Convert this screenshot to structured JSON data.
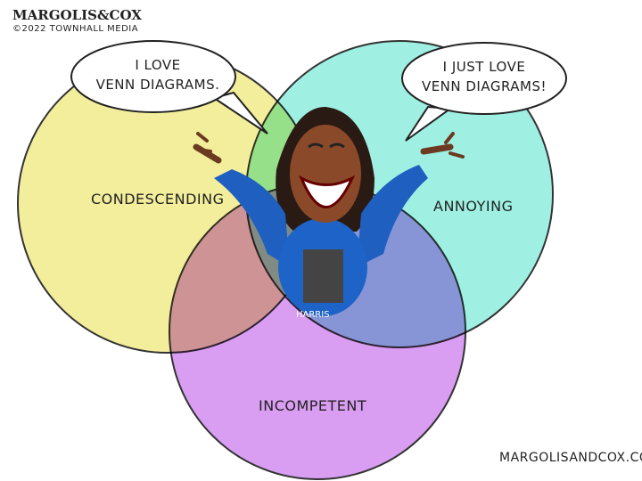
{
  "header": {
    "brand": "MARGOLIS&COX",
    "copyright": "©2022 TOWNHALL MEDIA"
  },
  "bubbles": {
    "left": {
      "line1": "I LOVE",
      "line2": "VENN DIAGRAMS."
    },
    "right": {
      "line1": "I JUST LOVE",
      "line2": "VENN DIAGRAMS!"
    }
  },
  "venn": {
    "sets": [
      "CONDESCENDING",
      "ANNOYING",
      "INCOMPETENT"
    ],
    "center_label": "HARRIS",
    "colors": {
      "yellow": "#f2ee9c",
      "cyan": "#9ff0e2",
      "purple": "#d99ef2"
    }
  },
  "footer": {
    "website": "MARGOLISANDCOX.COM"
  }
}
